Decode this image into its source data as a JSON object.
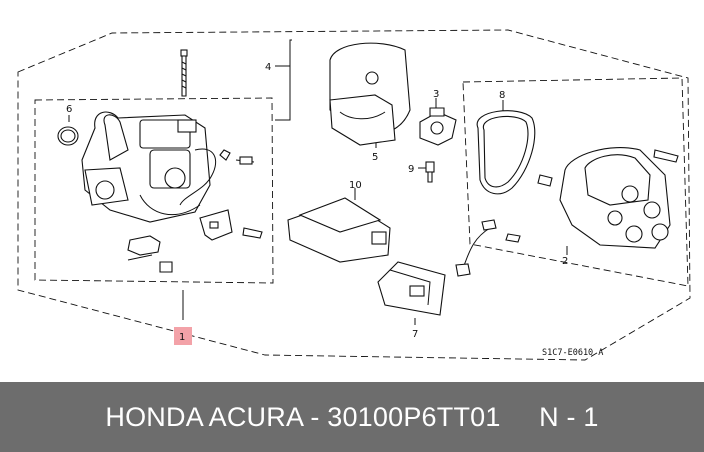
{
  "callouts": {
    "c1": "1",
    "c2": "2",
    "c3": "3",
    "c4": "4",
    "c5": "5",
    "c6": "6",
    "c7": "7",
    "c8": "8",
    "c9": "9",
    "c10": "10"
  },
  "diagram_code": "S1C7-E0610 A",
  "caption": "HONDA ACURA - 30100P6TT01     N - 1",
  "colors": {
    "caption_bar": "#6d6d6d",
    "caption_text": "#ffffff",
    "highlight": "#f3a2a8"
  }
}
